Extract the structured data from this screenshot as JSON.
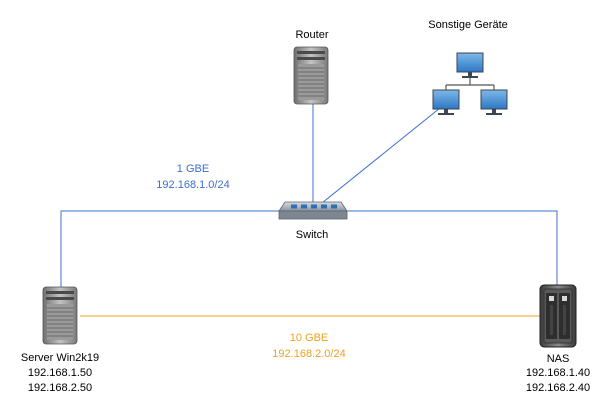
{
  "nodes": {
    "router": {
      "label": "Router"
    },
    "devices": {
      "label": "Sonstige Geräte"
    },
    "switch": {
      "label": "Switch"
    },
    "server": {
      "label": "Server Win2k19",
      "ip1": "192.168.1.50",
      "ip2": "192.168.2.50"
    },
    "nas": {
      "label": "NAS",
      "ip1": "192.168.1.40",
      "ip2": "192.168.2.40"
    }
  },
  "networks": {
    "lan1": {
      "speed": "1 GBE",
      "subnet": "192.168.1.0/24",
      "color": "#3b6fcf"
    },
    "lan2": {
      "speed": "10 GBE",
      "subnet": "192.168.2.0/24",
      "color": "#f0a020"
    }
  }
}
